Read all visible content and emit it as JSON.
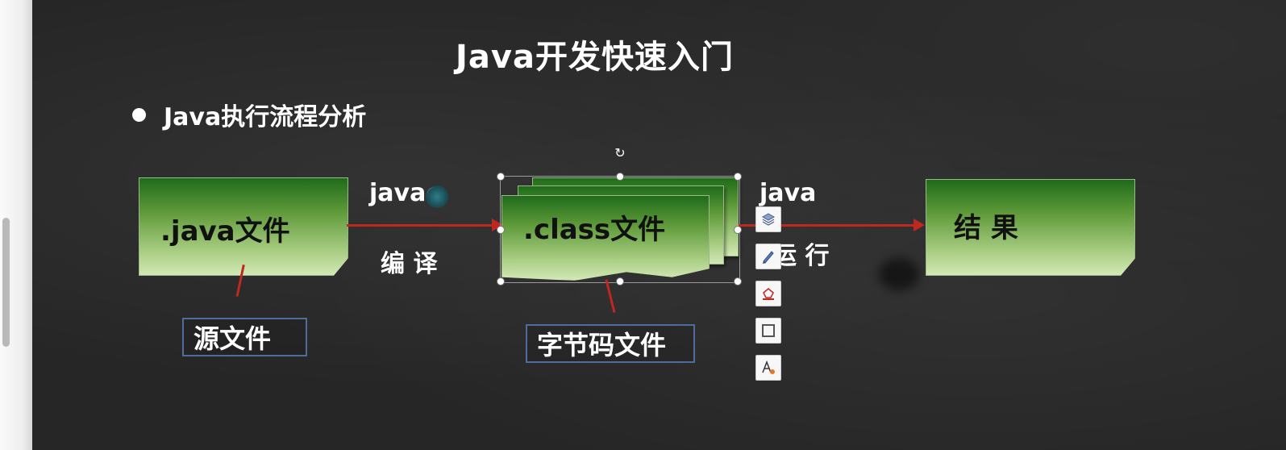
{
  "slide": {
    "title": "Java开发快速入门",
    "bullet": "Java执行流程分析"
  },
  "diagram": {
    "source_file_note": ".java文件",
    "compile_command": "javac",
    "compile_label": "编 译",
    "class_file_note": ".class文件",
    "run_command": "java",
    "run_label": "运 行",
    "result_note": "结 果",
    "source_caption": "源文件",
    "bytecode_caption": "字节码文件"
  },
  "toolbar_icons": [
    "layers-icon",
    "pen-icon",
    "shape-fill-icon",
    "outline-square-icon",
    "text-effect-icon"
  ],
  "colors": {
    "background": "#262626",
    "arrow": "#c0271f",
    "note_top": "#1f6b1a",
    "note_bottom": "#d2e8b6",
    "caption_border": "#4e6d9a"
  }
}
